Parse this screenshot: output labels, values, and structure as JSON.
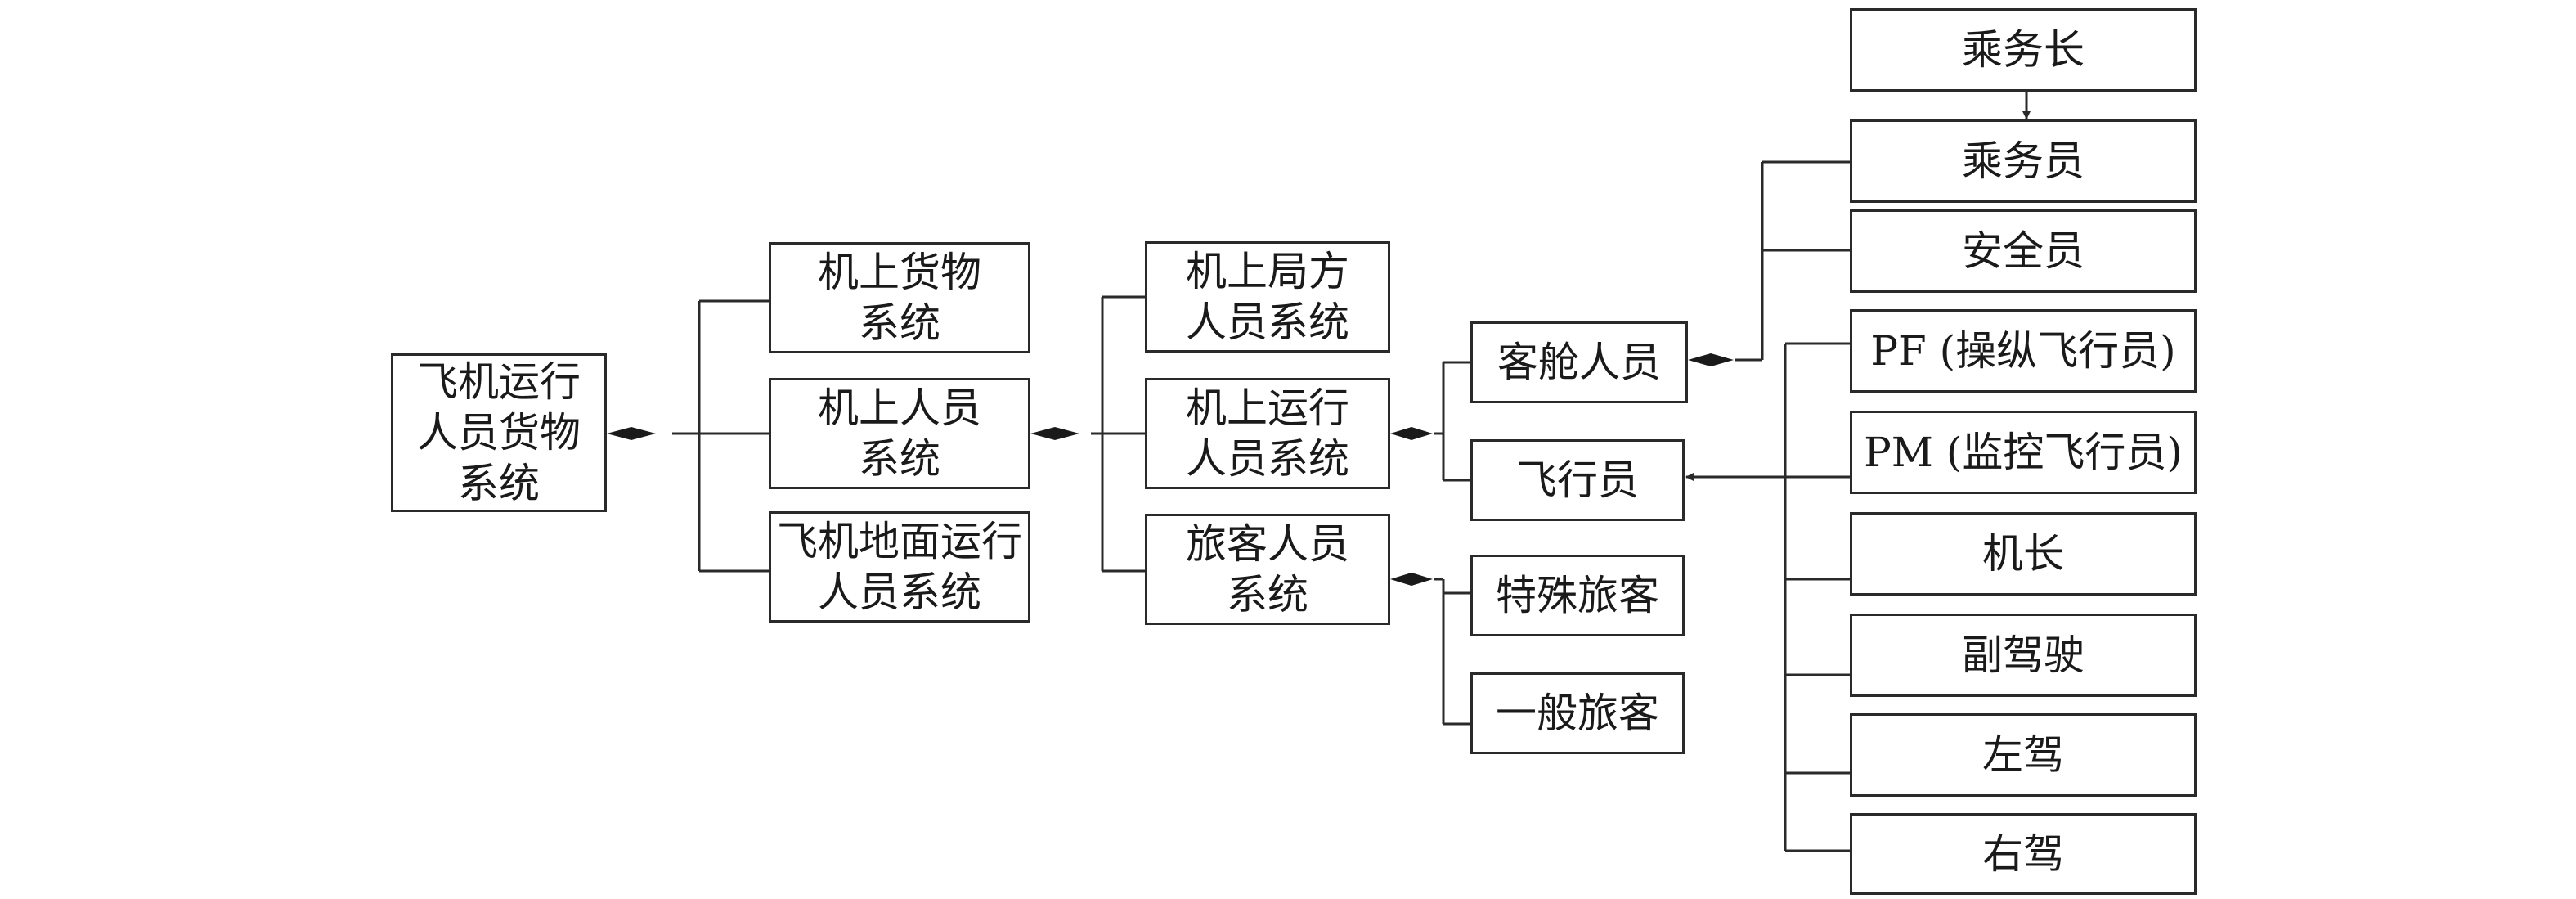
{
  "colors": {
    "line": "#2a2a2a",
    "text": "#1a1a1a",
    "background": "#ffffff"
  },
  "nodes": {
    "root": {
      "label": "飞机运行\n人员货物\n系统"
    },
    "cargo": {
      "label": "机上货物\n系统"
    },
    "onboard_personnel": {
      "label": "机上人员\n系统"
    },
    "ground_ops": {
      "label": "飞机地面运行\n人员系统"
    },
    "bureau": {
      "label": "机上局方\n人员系统"
    },
    "flight_ops": {
      "label": "机上运行\n人员系统"
    },
    "passengers": {
      "label": "旅客人员\n系统"
    },
    "cabin_crew": {
      "label": "客舱人员"
    },
    "pilots": {
      "label": "飞行员"
    },
    "special_pax": {
      "label": "特殊旅客"
    },
    "general_pax": {
      "label": "一般旅客"
    },
    "purser": {
      "label": "乘务长"
    },
    "attendant": {
      "label": "乘务员"
    },
    "security": {
      "label": "安全员"
    },
    "pf": {
      "label": "PF (操纵飞行员)"
    },
    "pm": {
      "label": "PM (监控飞行员)"
    },
    "captain": {
      "label": "机长"
    },
    "copilot": {
      "label": "副驾驶"
    },
    "left_seat": {
      "label": "左驾"
    },
    "right_seat": {
      "label": "右驾"
    }
  }
}
